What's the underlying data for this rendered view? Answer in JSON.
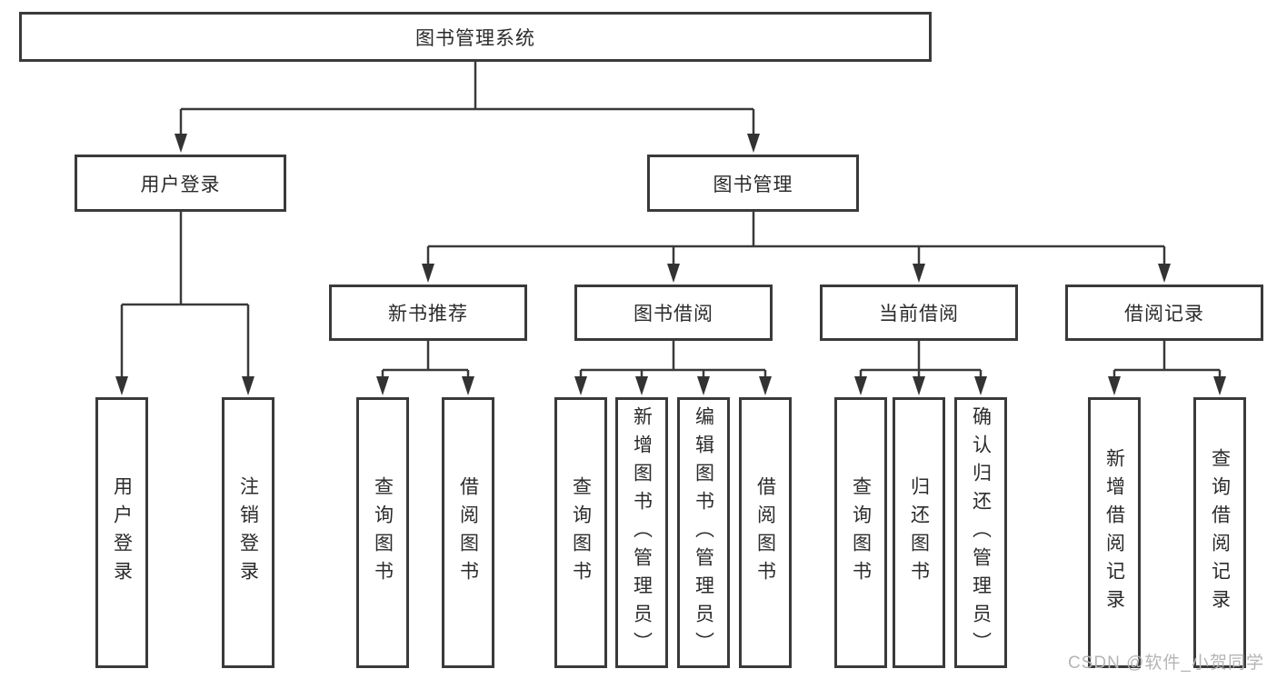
{
  "diagram": {
    "root": {
      "label": "图书管理系统"
    },
    "branches": [
      {
        "label": "用户登录",
        "children": [
          {
            "label": "用户登录"
          },
          {
            "label": "注销登录"
          }
        ]
      },
      {
        "label": "图书管理",
        "children": [
          {
            "label": "新书推荐",
            "children": [
              {
                "label": "查询图书"
              },
              {
                "label": "借阅图书"
              }
            ]
          },
          {
            "label": "图书借阅",
            "children": [
              {
                "label": "查询图书"
              },
              {
                "label": "新增图书（管理员）"
              },
              {
                "label": "编辑图书（管理员）"
              },
              {
                "label": "借阅图书"
              }
            ]
          },
          {
            "label": "当前借阅",
            "children": [
              {
                "label": "查询图书"
              },
              {
                "label": "归还图书"
              },
              {
                "label": "确认归还（管理员）"
              }
            ]
          },
          {
            "label": "借阅记录",
            "children": [
              {
                "label": "新增借阅记录"
              },
              {
                "label": "查询借阅记录"
              }
            ]
          }
        ]
      }
    ]
  },
  "watermark": {
    "text": "CSDN @软件_小贺同学"
  },
  "colors": {
    "line": "#3a3a3a",
    "box_border": "#3a3a3a",
    "text": "#2b2b2b",
    "watermark": "#b5b5b5",
    "background": "#ffffff"
  }
}
